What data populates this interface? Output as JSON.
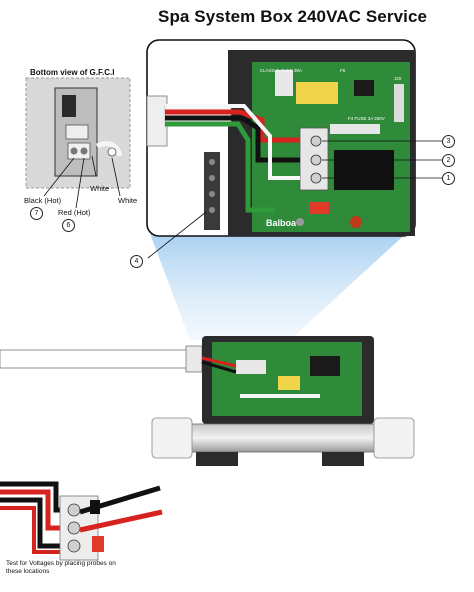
{
  "title": "Spa System Box 240VAC Service",
  "inset": {
    "title": "Bottom view of G.F.C.I",
    "labels": {
      "black": "Black (Hot)",
      "red": "Red (Hot)",
      "white1": "White",
      "white2": "White"
    }
  },
  "callouts": {
    "c1": "1",
    "c2": "2",
    "c3": "3",
    "c4": "4",
    "c6": "6",
    "c7": "7"
  },
  "board": {
    "brand": "Balboa",
    "fuse_label": "F4 FUSE 3A 250V",
    "class_label": "CLASS G FUSE 30A",
    "f5_label": "F5",
    "j_label": "J20"
  },
  "note": "Test for Voltages by placing probes on these locations",
  "colors": {
    "pcb": "#2f8a3a",
    "box": "#2b2b2b",
    "wire_red": "#d6231f",
    "wire_black": "#111111",
    "wire_green": "#2e9a3a",
    "beam": "#9fcaf0"
  }
}
